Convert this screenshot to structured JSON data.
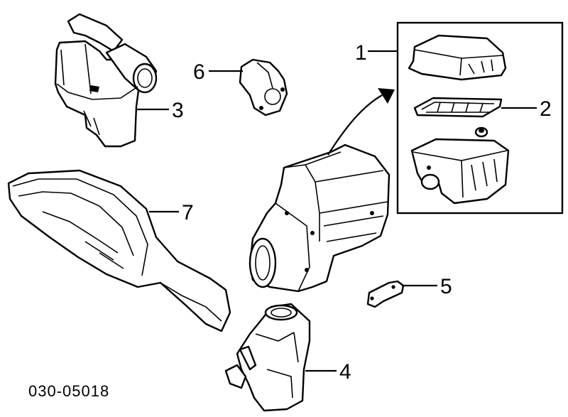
{
  "callouts": [
    {
      "id": "1",
      "text": "1"
    },
    {
      "id": "2",
      "text": "2"
    },
    {
      "id": "3",
      "text": "3"
    },
    {
      "id": "4",
      "text": "4"
    },
    {
      "id": "5",
      "text": "5"
    },
    {
      "id": "6",
      "text": "6"
    },
    {
      "id": "7",
      "text": "7"
    }
  ],
  "reference_code": "030-05018"
}
